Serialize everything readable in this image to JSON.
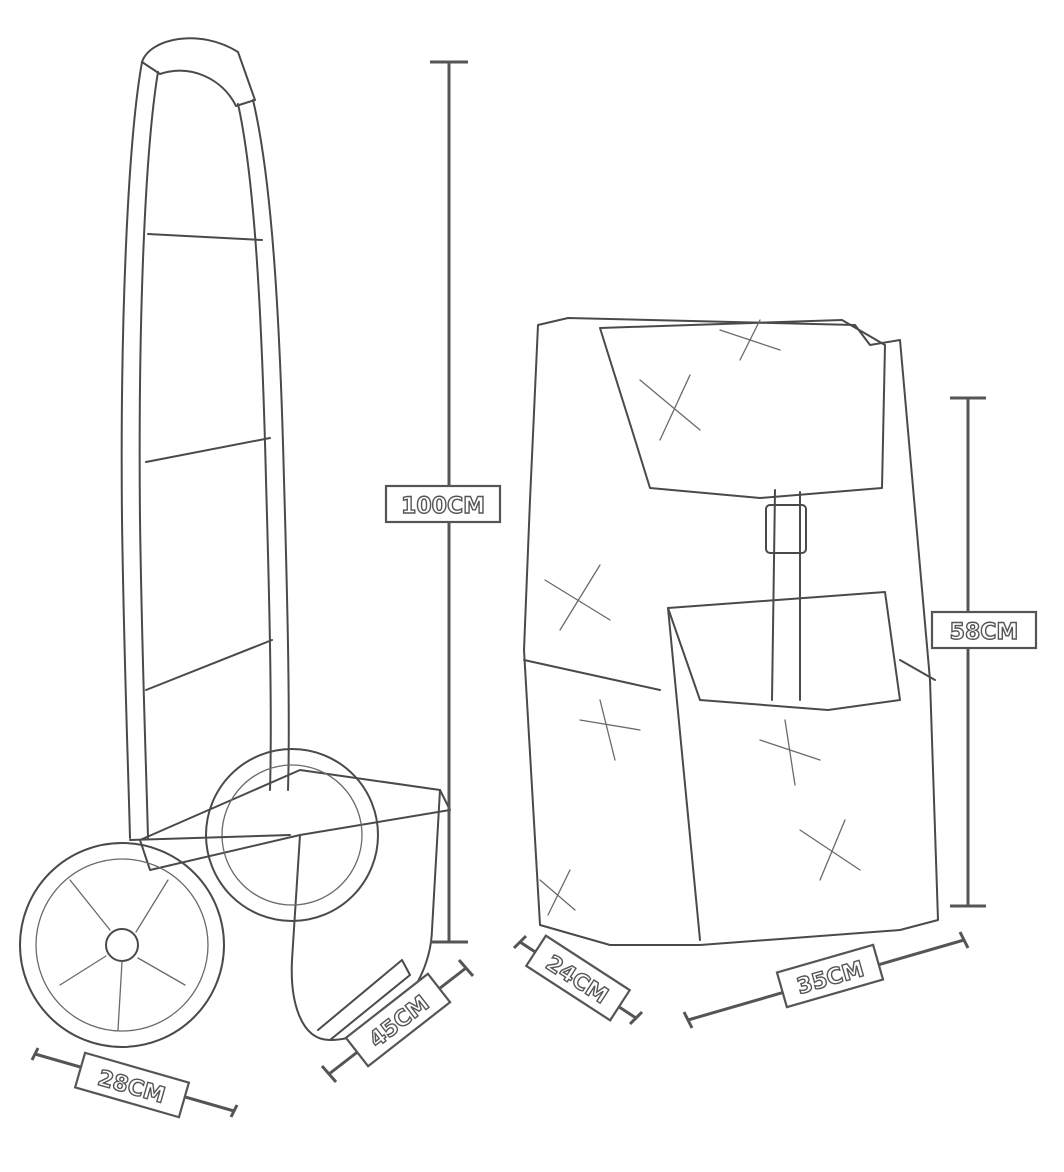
{
  "dimensions": {
    "height_trolley": "100CM",
    "height_bag": "58CM",
    "width_wheels": "28CM",
    "depth_base": "45CM",
    "depth_bag": "24CM",
    "width_bag": "35CM"
  }
}
